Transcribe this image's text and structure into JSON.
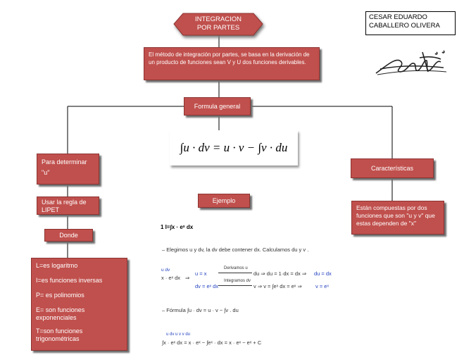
{
  "title_box": "INTEGRACION\nPOR PARTES",
  "author": "CESAR EDUARDO\nCABALLERO OLIVERA",
  "definition": "El método de integración por partes, se basa en la derivación de un producto de funciones sean V y U dos funciones derivables.",
  "general_formula_label": "Formula general",
  "general_formula": "∫u · dv = u · v − ∫v · du",
  "determine_label": "Para determinar\n\"u\"",
  "lipet_label": "Usar la regla de\nLIPET",
  "donde_label": "Donde",
  "lipet_items": [
    "L=es logaritmo",
    "I=es funciones inversas",
    "P= es polinomios",
    "E= son funciones exponenciales",
    "T=son funciones trigonométricas"
  ],
  "caracteristicas_label": "Características",
  "caracteristicas_text": "Están compuestas por dos funciones que son \"u y v\" que estas dependen de \"x\"",
  "ejemplo_label": "Ejemplo",
  "example": {
    "problem": "1   I=∫x · eˣ dx",
    "step1": "–   Elegimos u y dv,  la dv  debe contener dx. Calculamos du y v .",
    "u_left": "u    dv",
    "u_left2": "x · eˣ dx",
    "arrow": "⇒",
    "u_eq": "u = x",
    "dv_eq": "dv = eˣ dx",
    "derive_label": "Derivamos u",
    "integrate_label": "Integramos dv",
    "du_chain": "du  ⇒  du = 1·dx = dx  ⇒",
    "du_result": "du = dx",
    "v_chain": "v  ⇒  v = ∫eˣ dx = eˣ  ⇒",
    "v_result": "v = eˣ",
    "step2": "–  Fórmula  ∫u · dv = u · v − ∫v . du",
    "final_top": "u   dv        u   v        v    du",
    "final": "∫x · eˣ dx =  x · eˣ  − ∫eˣ · dx = x · eˣ − eˣ + C"
  }
}
